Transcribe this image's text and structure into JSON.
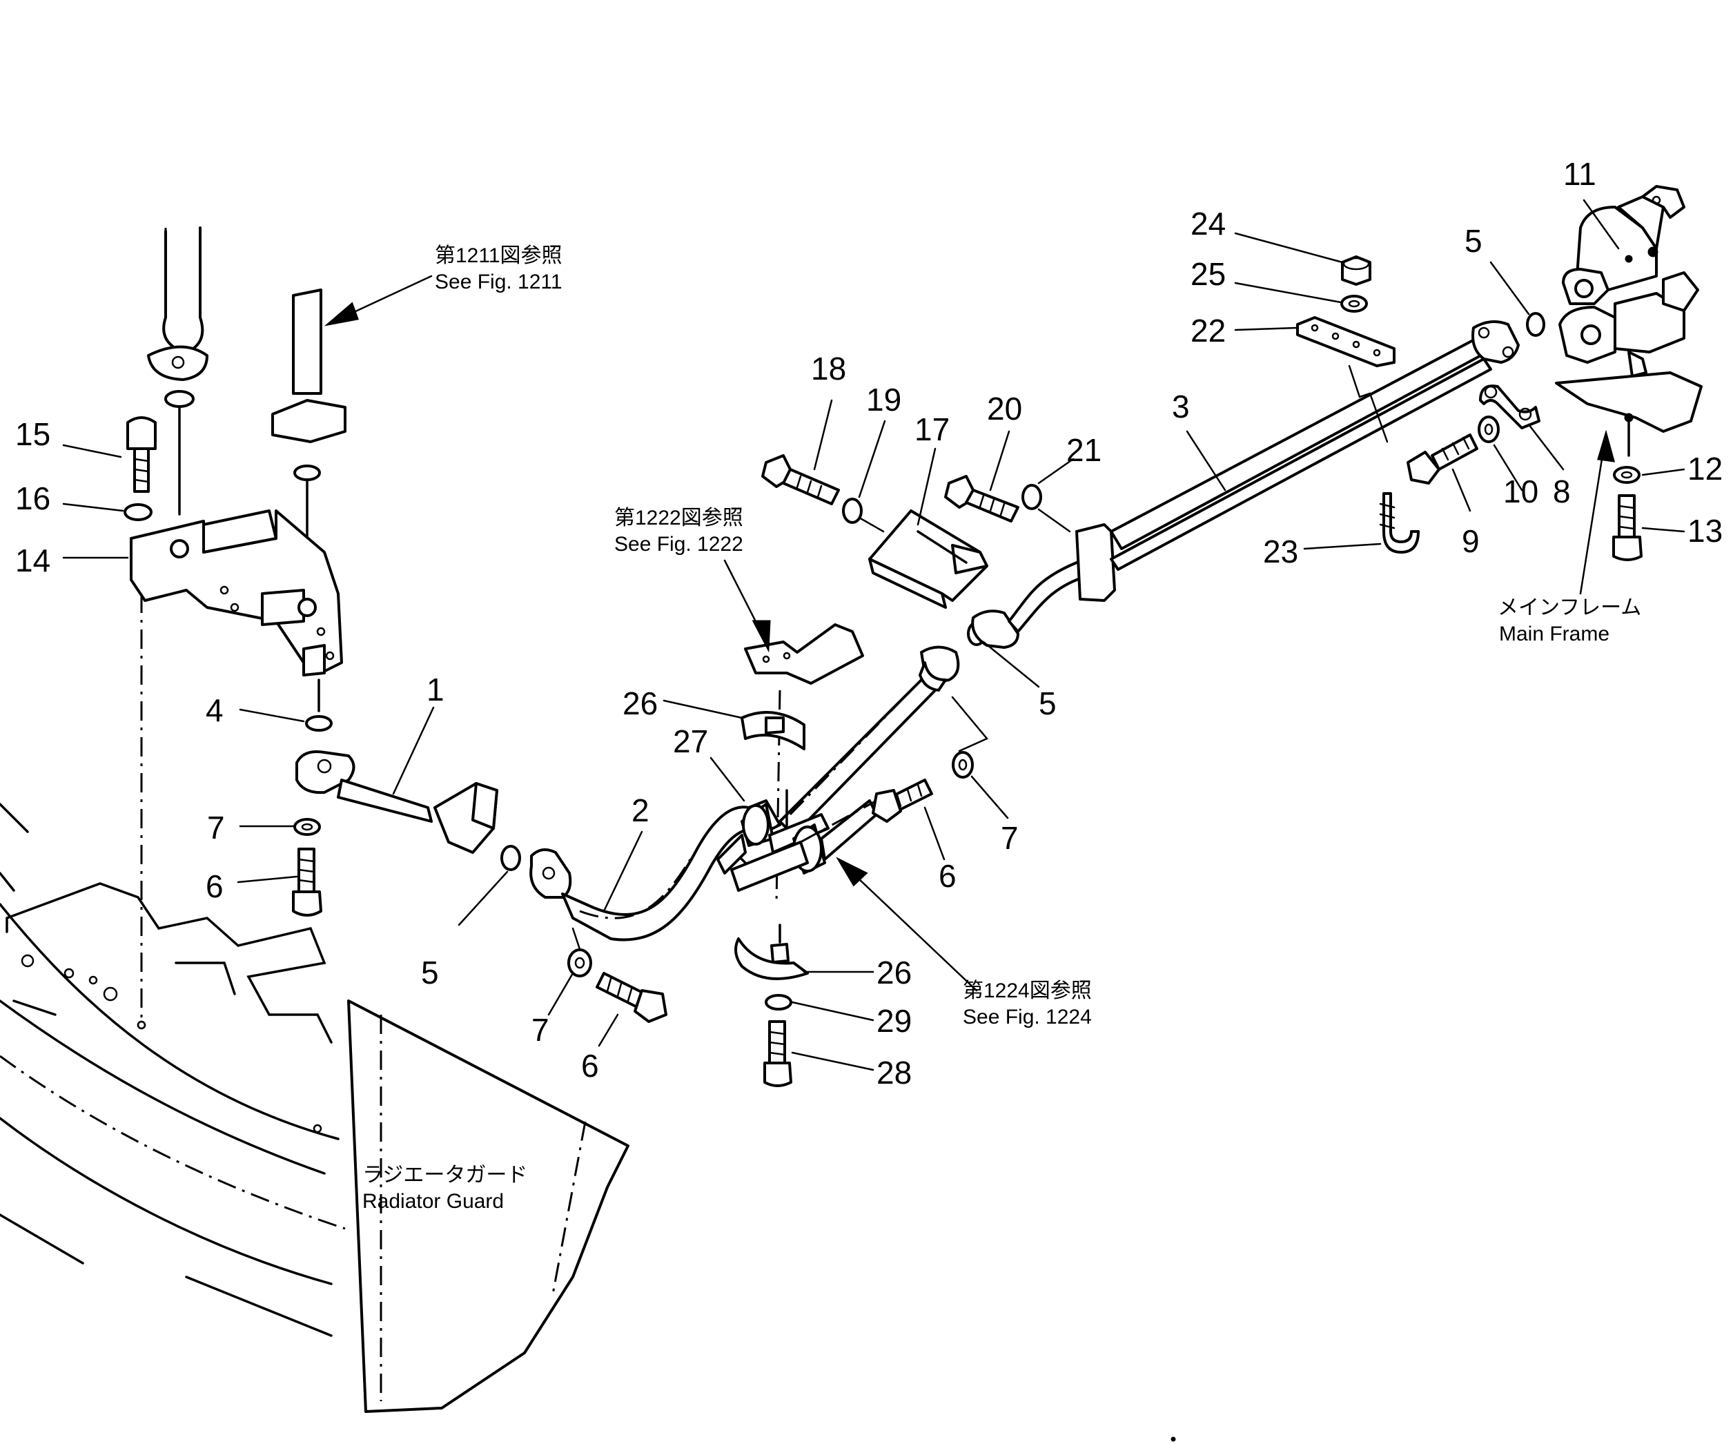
{
  "references": {
    "fig1211": {
      "jp": "第1211図参照",
      "en": "See Fig. 1211"
    },
    "fig1222": {
      "jp": "第1222図参照",
      "en": "See Fig. 1222"
    },
    "fig1224": {
      "jp": "第1224図参照",
      "en": "See Fig. 1224"
    }
  },
  "labels": {
    "main_frame": {
      "jp": "メインフレーム",
      "en": "Main Frame"
    },
    "radiator_guard": {
      "jp": "ラジエータガード",
      "en": "Radiator Guard"
    }
  },
  "callouts": {
    "p1": "1",
    "p2": "2",
    "p3": "3",
    "p4": "4",
    "p5a": "5",
    "p5b": "5",
    "p5c": "5",
    "p6a": "6",
    "p6b": "6",
    "p6c": "6",
    "p7a": "7",
    "p7b": "7",
    "p7c": "7",
    "p8": "8",
    "p9": "9",
    "p10": "10",
    "p11": "11",
    "p12": "12",
    "p13": "13",
    "p14": "14",
    "p15": "15",
    "p16": "16",
    "p17": "17",
    "p18": "18",
    "p19": "19",
    "p20": "20",
    "p21": "21",
    "p22": "22",
    "p23": "23",
    "p24": "24",
    "p25": "25",
    "p26a": "26",
    "p26b": "26",
    "p27": "27",
    "p28": "28",
    "p29": "29"
  }
}
